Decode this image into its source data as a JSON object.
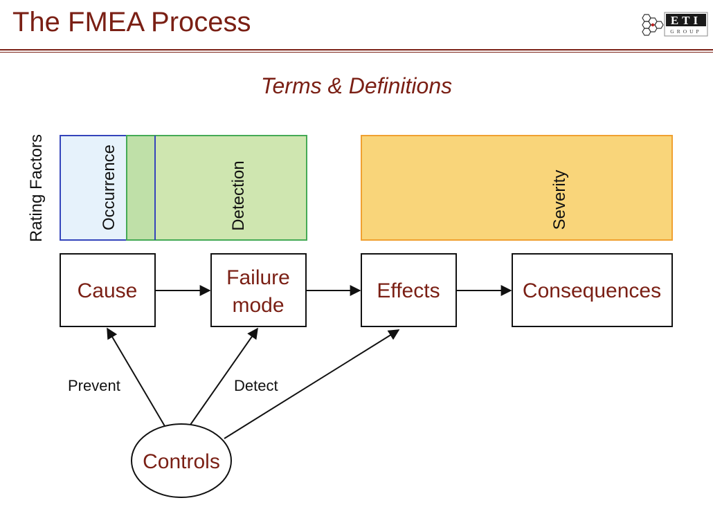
{
  "header": {
    "title": "The FMEA Process",
    "logo": {
      "name": "ETI",
      "tagline": "GROUP",
      "icon": "hexagon-cluster-icon"
    }
  },
  "subtitle": "Terms & Definitions",
  "diagram": {
    "rating_factors_label": "Rating Factors",
    "factors": {
      "occurrence": "Occurrence",
      "detection": "Detection",
      "severity": "Severity"
    },
    "nodes": {
      "cause": "Cause",
      "failure_mode_line1": "Failure",
      "failure_mode_line2": "mode",
      "effects": "Effects",
      "consequences": "Consequences",
      "controls": "Controls"
    },
    "edge_labels": {
      "prevent": "Prevent",
      "detect": "Detect"
    }
  },
  "colors": {
    "brand": "#7a1f14",
    "occurrence_fill": "#e6f2fb",
    "occurrence_stroke": "#3344bb",
    "detection_fill": "#cfe6b0",
    "detection_stroke": "#44aa55",
    "overlap_fill": "#bfe0a8",
    "severity_fill": "#f9d57a",
    "severity_stroke": "#f0a030"
  }
}
